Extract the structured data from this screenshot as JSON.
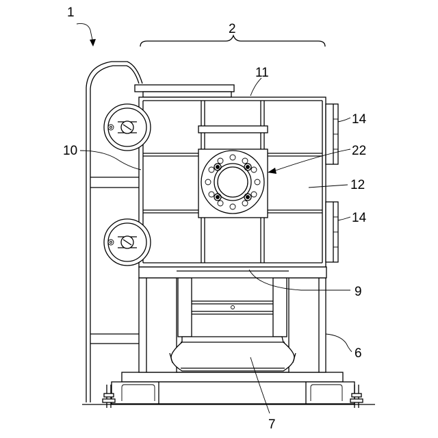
{
  "figure": {
    "labels": {
      "assembly": "1",
      "housing_group": "2",
      "top_cover": "11",
      "side_panel": "10",
      "connection_flange": "22",
      "body_panel": "12",
      "handle_box_upper": "14",
      "handle_box_lower": "14",
      "base_plate": "9",
      "support_leg": "6",
      "air_spring": "7"
    }
  }
}
